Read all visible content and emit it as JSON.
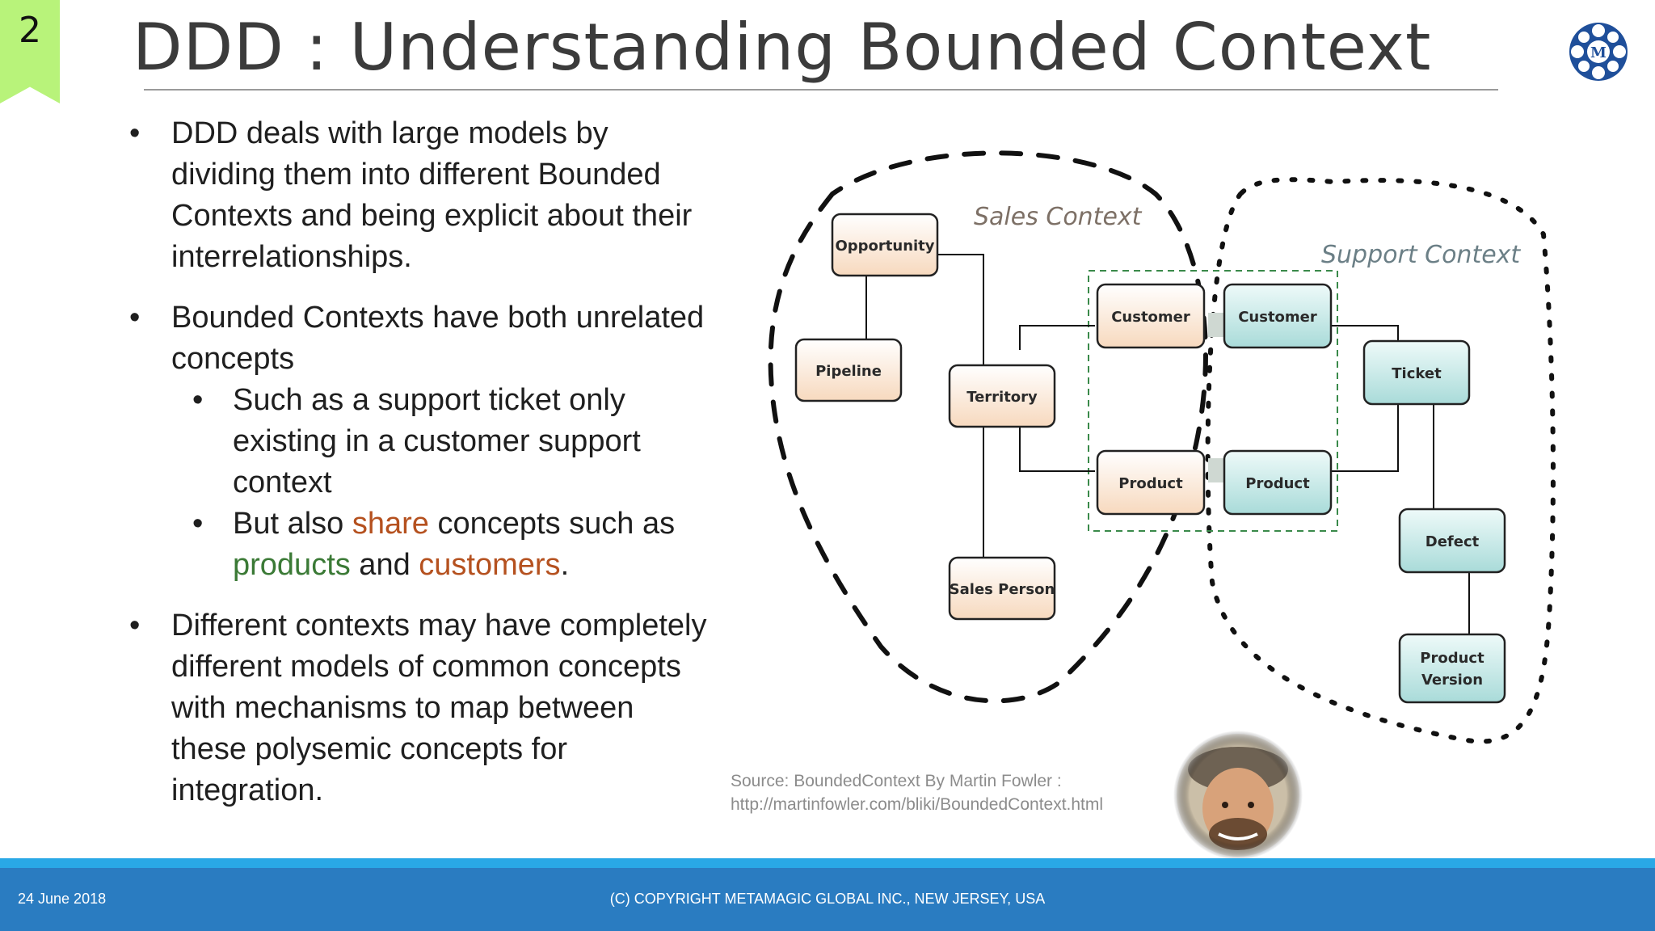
{
  "slide_number": "2",
  "title": "DDD : Understanding Bounded Context",
  "bullets": {
    "b1": "DDD deals with large models by dividing them into different Bounded Contexts and being explicit about their interrelationships.",
    "b2": "Bounded Contexts have both unrelated concepts",
    "b2_sub1": "Such as a support ticket only existing in a customer support context",
    "b2_sub2": {
      "p1": "But also ",
      "share": "share",
      "p2": " concepts such as ",
      "products": "products",
      "p3": " and ",
      "customers": "customers",
      "p4": "."
    },
    "b3": "Different contexts may have completely different models of common concepts with mechanisms to map between these polysemic concepts for integration."
  },
  "diagram": {
    "sales_context": "Sales Context",
    "support_context": "Support Context",
    "nodes": {
      "opportunity": "Opportunity",
      "pipeline": "Pipeline",
      "territory": "Territory",
      "sales_person": "Sales Person",
      "customer_sales": "Customer",
      "product_sales": "Product",
      "customer_support": "Customer",
      "product_support": "Product",
      "ticket": "Ticket",
      "defect": "Defect",
      "product_version_1": "Product",
      "product_version_2": "Version"
    },
    "colors": {
      "sales_fill": "#fbe8d6",
      "support_fill": "#cfeceb",
      "context_label": "#7d7066",
      "support_label": "#6b7f86",
      "shared_box": "#3a8a4a"
    }
  },
  "source": {
    "line1": "Source: BoundedContext By Martin Fowler :",
    "line2": "http://martinfowler.com/bliki/BoundedContext.html"
  },
  "footer": {
    "date": "24 June 2018",
    "copyright": "(C) COPYRIGHT METAMAGIC GLOBAL INC., NEW JERSEY, USA"
  }
}
